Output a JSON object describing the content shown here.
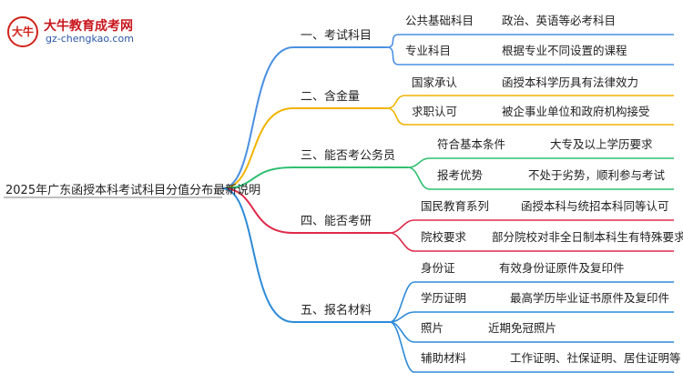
{
  "logo": {
    "badge_text": "大牛",
    "name": "大牛教育成考网",
    "url": "gz-chengkao.com"
  },
  "root": "2025年广东函授本科考试科目分值分布最新说明",
  "branches": [
    {
      "label": "一、考试科目",
      "color": "#4a90e2",
      "children": [
        {
          "label": "公共基础科目",
          "detail": "政治、英语等必考科目"
        },
        {
          "label": "专业科目",
          "detail": "根据专业不同设置的课程"
        }
      ]
    },
    {
      "label": "二、含金量",
      "color": "#f0b400",
      "children": [
        {
          "label": "国家承认",
          "detail": "函授本科学历具有法律效力"
        },
        {
          "label": "求职认可",
          "detail": "被企事业单位和政府机构接受"
        }
      ]
    },
    {
      "label": "三、能否考公务员",
      "color": "#2fbf71",
      "children": [
        {
          "label": "符合基本条件",
          "detail": "大专及以上学历要求"
        },
        {
          "label": "报考优势",
          "detail": "不处于劣势，顺利参与考试"
        }
      ]
    },
    {
      "label": "四、能否考研",
      "color": "#e0294a",
      "children": [
        {
          "label": "国民教育系列",
          "detail": "函授本科与统招本科同等认可"
        },
        {
          "label": "院校要求",
          "detail": "部分院校对非全日制本科生有特殊要求"
        }
      ]
    },
    {
      "label": "五、报名材料",
      "color": "#2e8bd8",
      "children": [
        {
          "label": "身份证",
          "detail": "有效身份证原件及复印件"
        },
        {
          "label": "学历证明",
          "detail": "最高学历毕业证书原件及复印件"
        },
        {
          "label": "照片",
          "detail": "近期免冠照片"
        },
        {
          "label": "辅助材料",
          "detail": "工作证明、社保证明、居住证明等"
        }
      ]
    }
  ]
}
